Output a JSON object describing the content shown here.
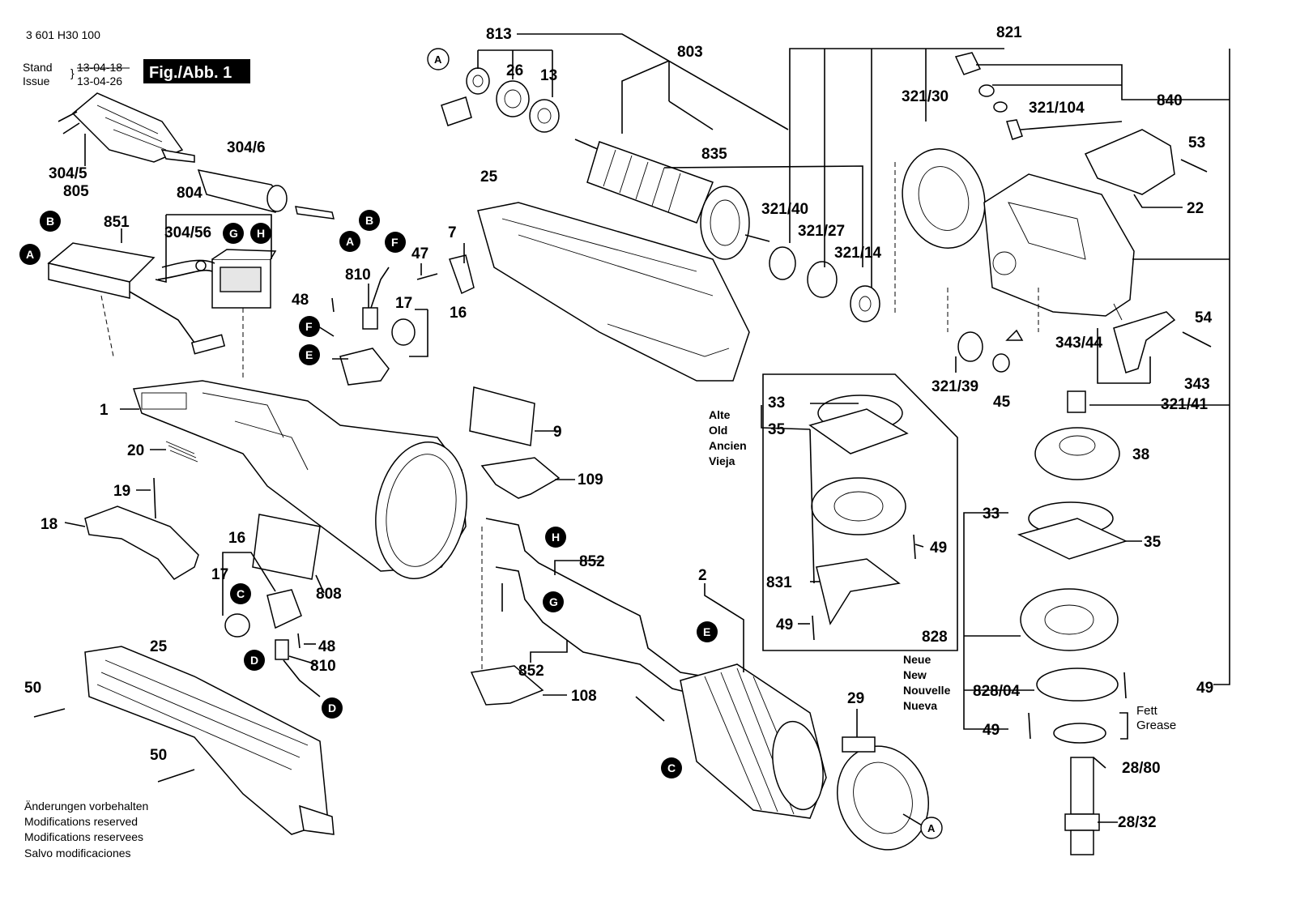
{
  "header": {
    "part_number": "3 601 H30 100",
    "stand_label": "Stand",
    "issue_label": "Issue",
    "stand_date": "13-04-18",
    "issue_date": "13-04-26",
    "figure": "Fig./Abb. 1"
  },
  "footer_notes": [
    "Änderungen vorbehalten",
    "Modifications reserved",
    "Modifications reservees",
    "Salvo modificaciones"
  ],
  "variant_old": [
    "Alte",
    "Old",
    "Ancien",
    "Vieja"
  ],
  "variant_new": [
    "Neue",
    "New",
    "Nouvelle",
    "Nueva"
  ],
  "grease_note": [
    "Fett",
    "Grease"
  ],
  "part_labels": {
    "p813": "813",
    "p26": "26",
    "p13": "13",
    "p803": "803",
    "p835": "835",
    "p821": "821",
    "p321_30": "321/30",
    "p321_104": "321/104",
    "p840": "840",
    "p53": "53",
    "p22": "22",
    "p304_5": "304/5",
    "p805": "805",
    "p304_6": "304/6",
    "p804": "804",
    "p851": "851",
    "p304_56": "304/56",
    "p25a": "25",
    "p321_40": "321/40",
    "p321_27": "321/27",
    "p321_14": "321/14",
    "p7": "7",
    "p47": "47",
    "p810a": "810",
    "p48a": "48",
    "p17a": "17",
    "p16a": "16",
    "p54": "54",
    "p343_44": "343/44",
    "p343": "343",
    "p321_39": "321/39",
    "p45": "45",
    "p321_41": "321/41",
    "p1": "1",
    "p20": "20",
    "p9": "9",
    "p109": "109",
    "p19": "19",
    "p18": "18",
    "p33a": "33",
    "p35a": "35",
    "p49a": "49",
    "p831": "831",
    "p49b": "49",
    "p38": "38",
    "p33b": "33",
    "p35b": "35",
    "p828": "828",
    "p828_04": "828/04",
    "p49c": "49",
    "p49d": "49",
    "p28_80": "28/80",
    "p28_32": "28/32",
    "p16b": "16",
    "p17b": "17",
    "p808": "808",
    "p48b": "48",
    "p810b": "810",
    "p852a": "852",
    "p852b": "852",
    "p2": "2",
    "p108": "108",
    "p29": "29",
    "p25b": "25",
    "p50a": "50",
    "p50b": "50"
  },
  "markers": {
    "A": "A",
    "B": "B",
    "C": "C",
    "D": "D",
    "E": "E",
    "F": "F",
    "G": "G",
    "H": "H"
  }
}
